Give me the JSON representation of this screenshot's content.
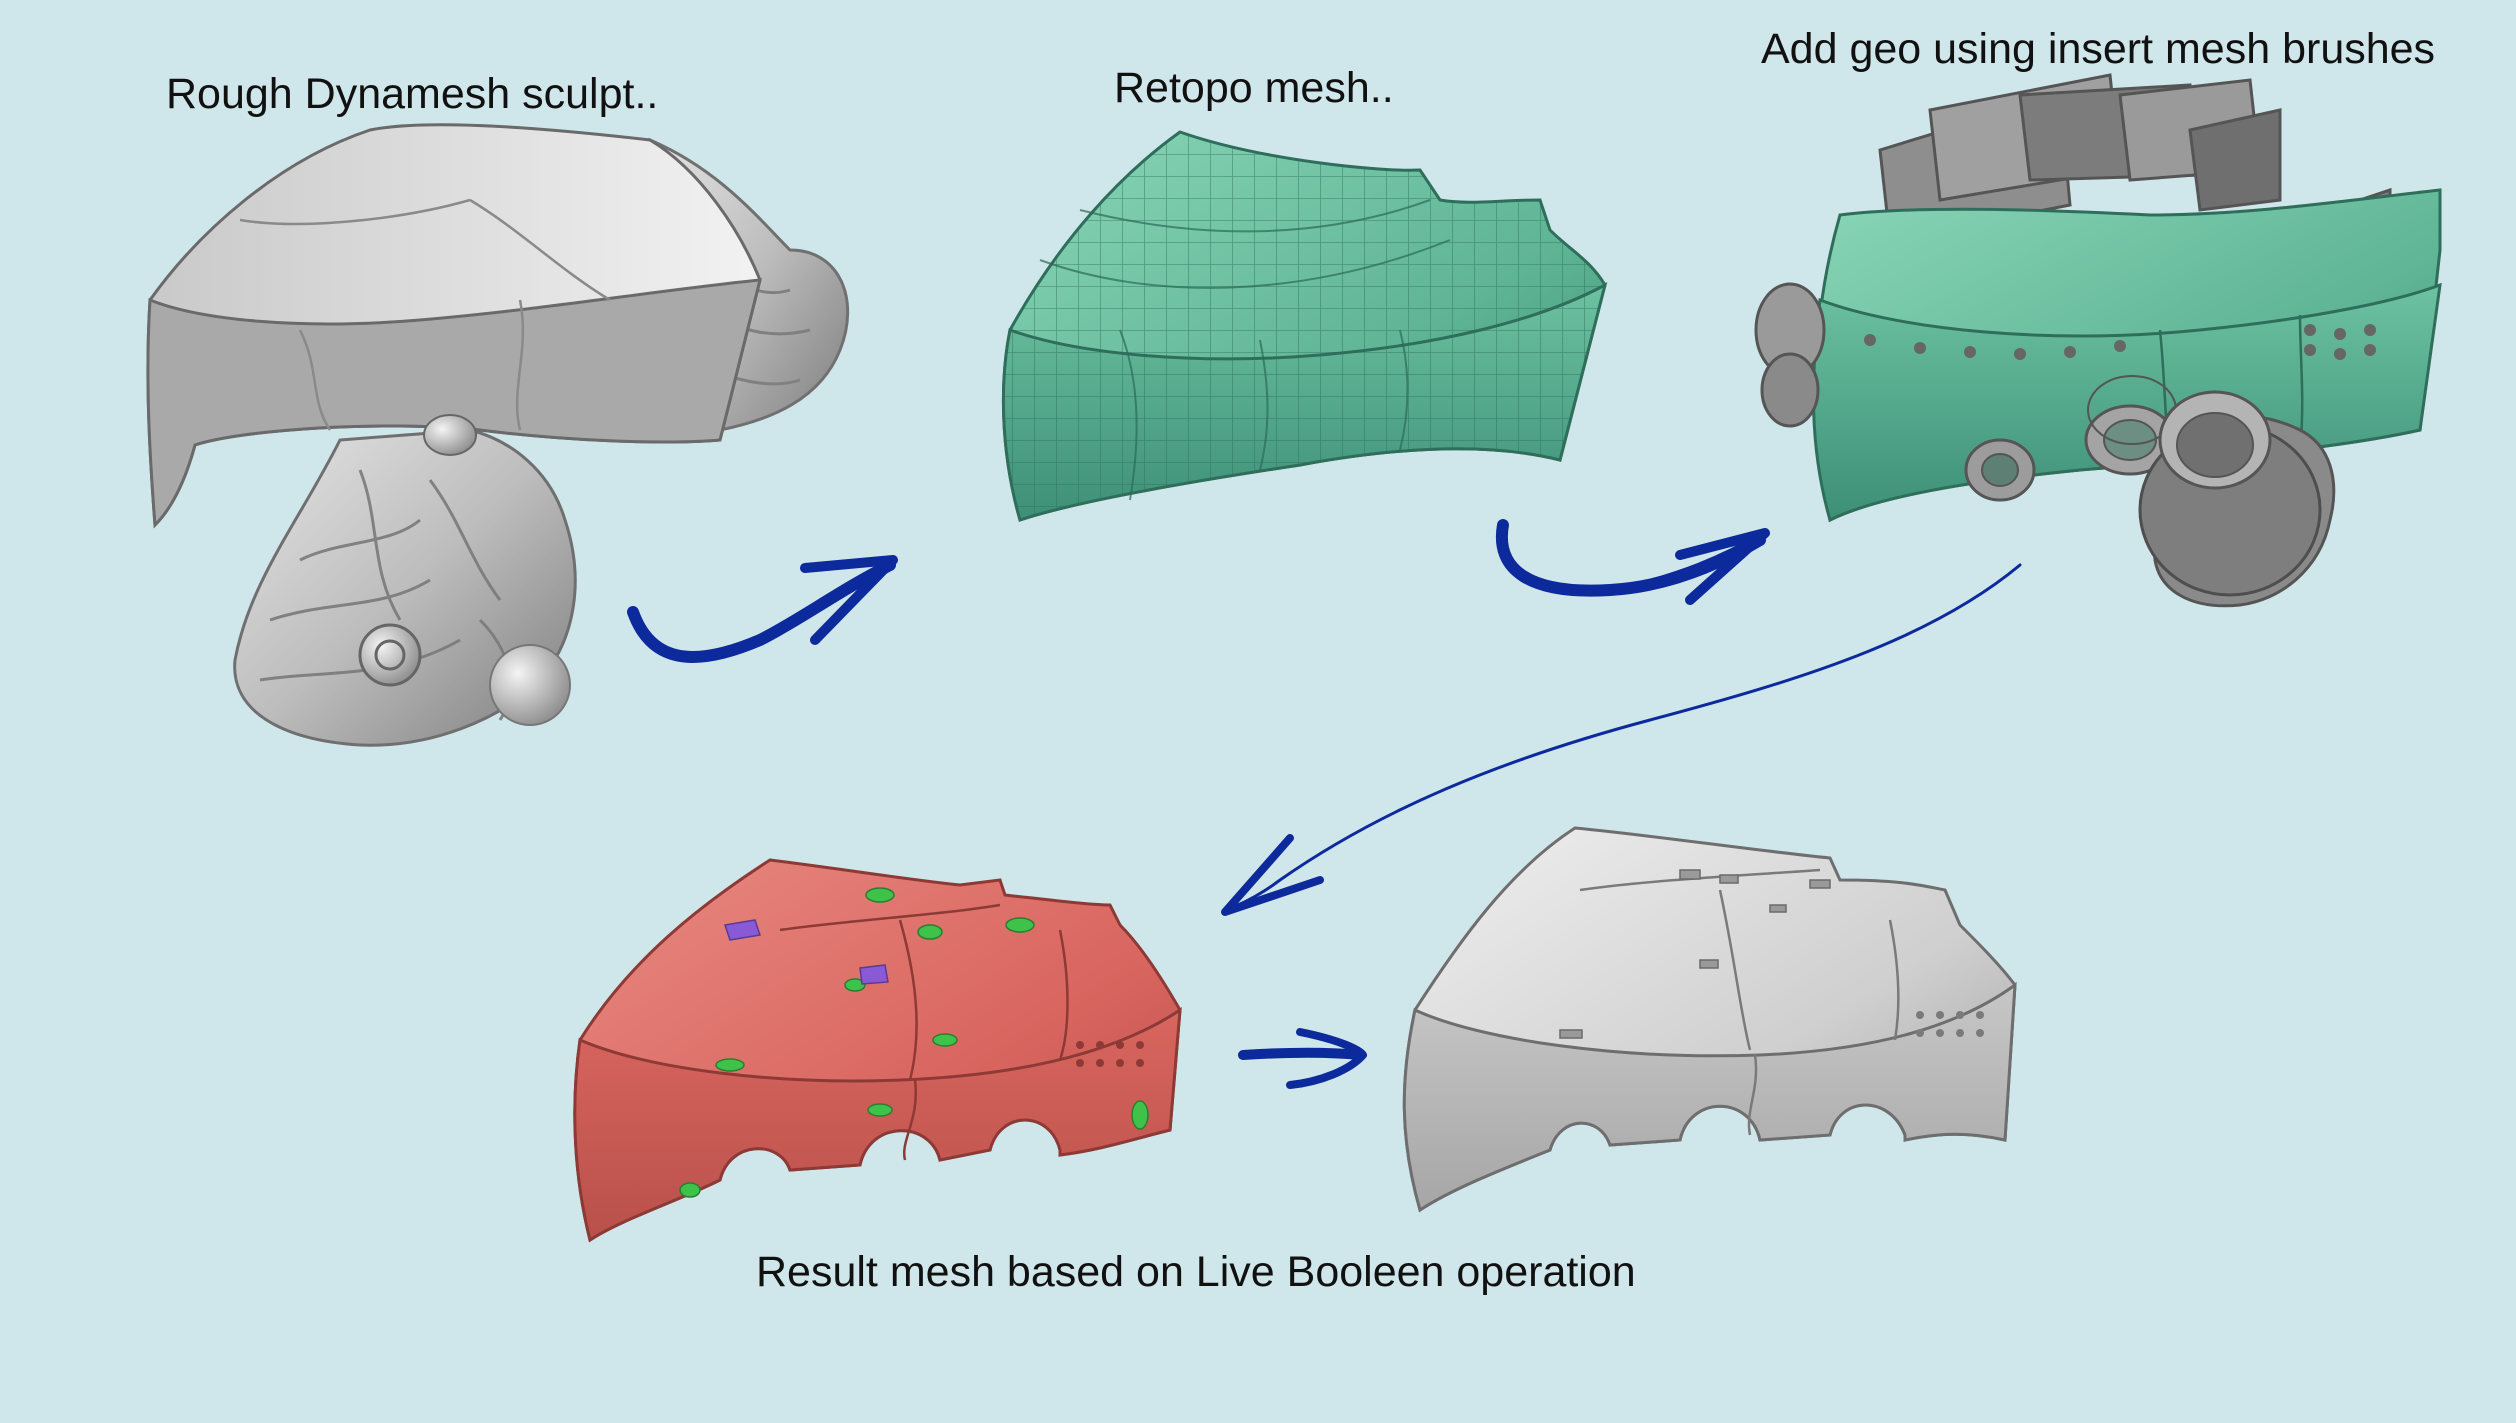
{
  "steps": [
    {
      "id": "dynamesh",
      "caption": "Rough Dynamesh sculpt.."
    },
    {
      "id": "retopo",
      "caption": "Retopo mesh.."
    },
    {
      "id": "insert",
      "caption": "Add geo using insert mesh brushes"
    },
    {
      "id": "result",
      "caption": "Result mesh based on Live Booleen operation"
    }
  ],
  "colors": {
    "background": "#cfe6ea",
    "arrow": "#0d2a9c",
    "sculpt_grey": "#b9b9b9",
    "retopo_teal": "#5fb596",
    "insert_teal": "#5fb596",
    "boolean_red": "#d9655f",
    "boolean_green": "#3fc24a",
    "boolean_purple": "#8a5ad6",
    "final_grey": "#c9c9c9"
  }
}
